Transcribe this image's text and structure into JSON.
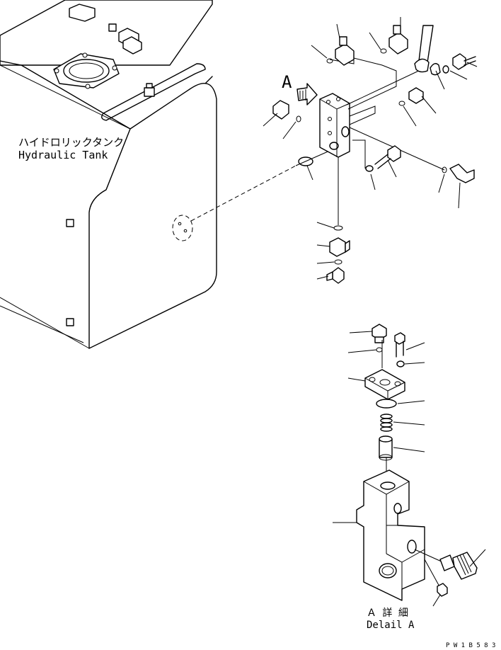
{
  "tank_label": {
    "jp": "ハイドロリックタンク",
    "en": "Hydraulic Tank"
  },
  "view_marker": "A",
  "detail_label": {
    "jp": "Ａ 詳 細",
    "en": "Delail A"
  },
  "drawing_number": "P W 1 B 5 8 3"
}
